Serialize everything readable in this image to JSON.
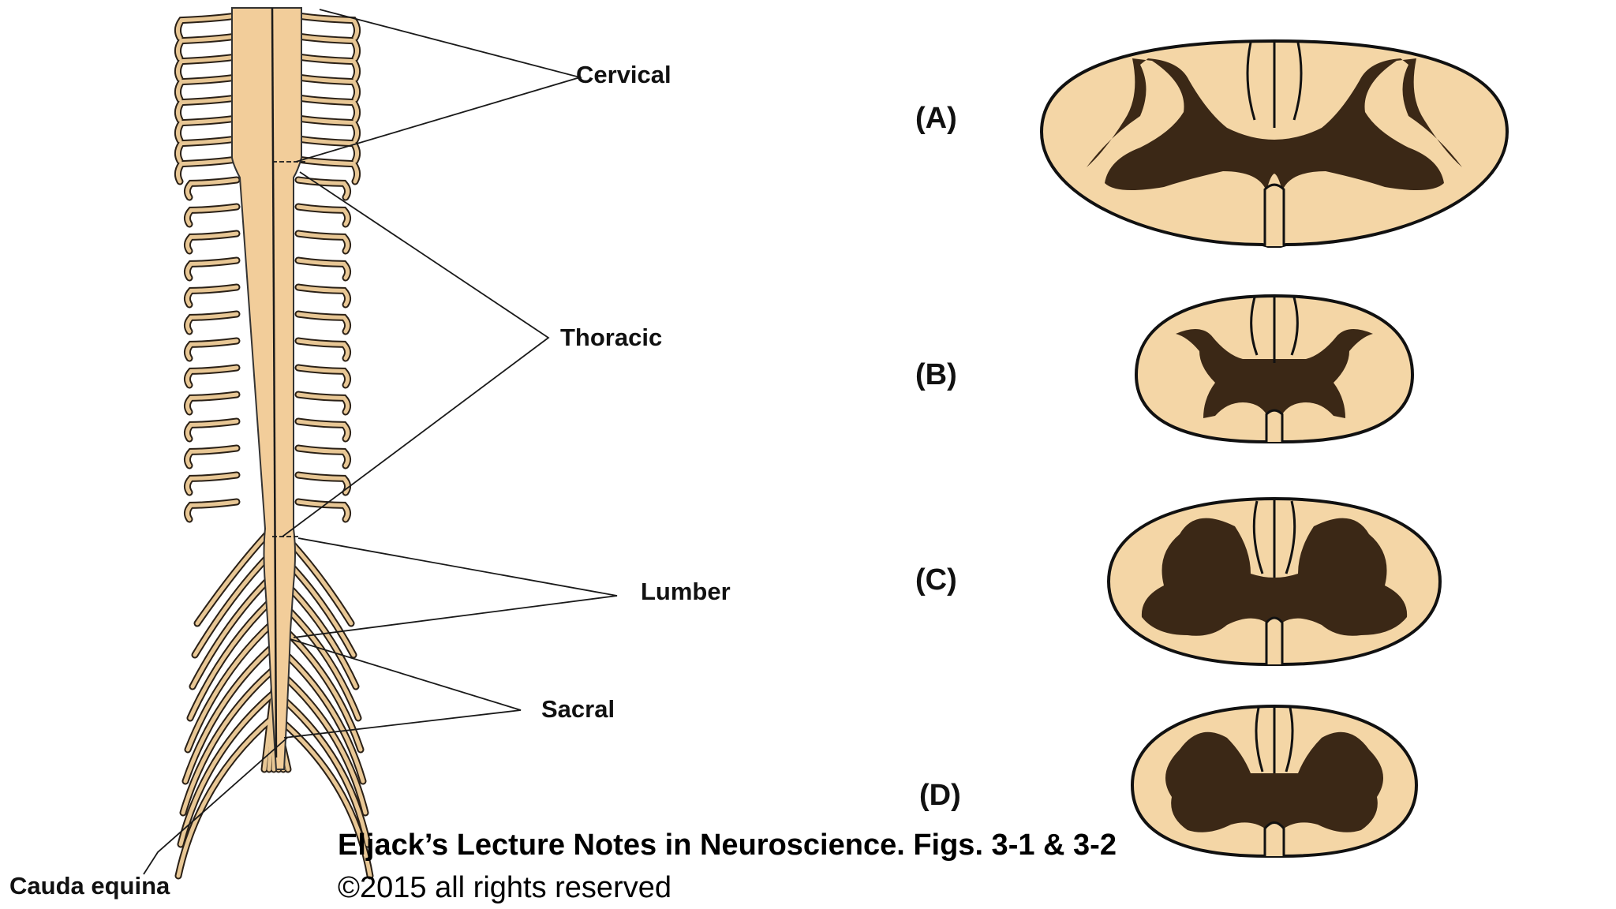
{
  "regions": {
    "cervical": "Cervical",
    "thoracic": "Thoracic",
    "lumbar": "Lumber",
    "sacral": "Sacral",
    "cauda_equina": "Cauda equina"
  },
  "sections": [
    {
      "id": "A",
      "label": "(A)"
    },
    {
      "id": "B",
      "label": "(B)"
    },
    {
      "id": "C",
      "label": "(C)"
    },
    {
      "id": "D",
      "label": "(D)"
    }
  ],
  "caption": {
    "title": "Eljack’s Lecture Notes in Neuroscience. Figs. 3-1 & 3-2",
    "copyright": "©2015 all rights reserved"
  },
  "colors": {
    "white_matter": "#f4d6a6",
    "gray_matter": "#3b2816",
    "cord": "#f2cd9a",
    "outline": "#111111",
    "nerve": "#e8c795"
  }
}
